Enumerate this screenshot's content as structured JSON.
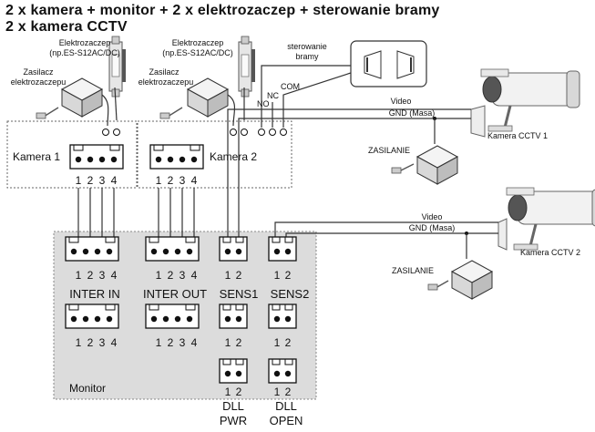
{
  "title_line1": "2 x kamera + monitor + 2 x elektrozaczep + sterowanie bramy",
  "title_line2": "2 x kamera CCTV",
  "lock1": {
    "label": "Elektrozaczep",
    "model": "(np.ES-S12AC/DC)",
    "psu_line1": "Zasilacz",
    "psu_line2": "elektrozaczepu"
  },
  "lock2": {
    "label": "Elektrozaczep",
    "model": "(np.ES-S12AC/DC)",
    "psu_line1": "Zasilacz",
    "psu_line2": "elektrozaczepu"
  },
  "gate": {
    "label_line1": "sterowanie",
    "label_line2": "bramy",
    "no": "NO",
    "nc": "NC",
    "com": "COM"
  },
  "camera1": {
    "label": "Kamera 1",
    "pins": [
      "1",
      "2",
      "3",
      "4"
    ]
  },
  "camera2": {
    "label": "Kamera 2",
    "pins": [
      "1",
      "2",
      "3",
      "4"
    ]
  },
  "cctv1": {
    "video": "Video",
    "gnd": "GND (Masa)",
    "psu": "ZASILANIE",
    "label": "Kamera CCTV 1"
  },
  "cctv2": {
    "video": "Video",
    "gnd": "GND (Masa)",
    "psu": "ZASILANIE",
    "label": "Kamera CCTV 2"
  },
  "monitor": {
    "label": "Monitor",
    "inter_in": "INTER IN",
    "inter_out": "INTER OUT",
    "sens1": "SENS1",
    "sens2": "SENS2",
    "dll_pwr_line1": "DLL",
    "dll_pwr_line2": "PWR",
    "dll_open_line1": "DLL",
    "dll_open_line2": "OPEN",
    "pins4": [
      "1",
      "2",
      "3",
      "4"
    ],
    "pins2": [
      "1",
      "2"
    ]
  }
}
